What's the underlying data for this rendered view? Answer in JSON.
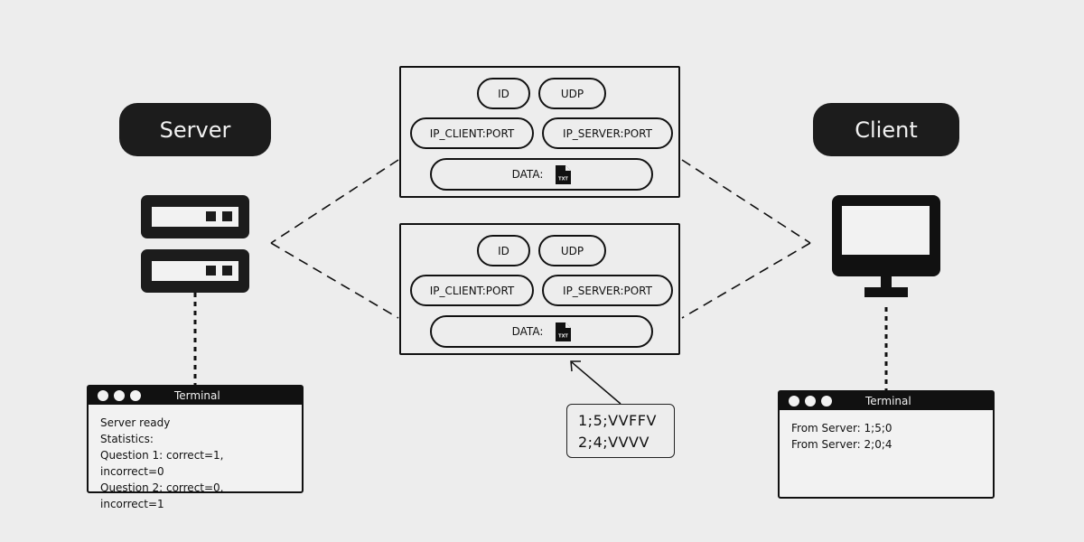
{
  "server": {
    "title": "Server",
    "terminal": {
      "title": "Terminal",
      "lines": [
        "Server ready",
        "Statistics:",
        "Question 1: correct=1, incorrect=0",
        "Question 2: correct=0, incorrect=1"
      ]
    }
  },
  "client": {
    "title": "Client",
    "terminal": {
      "title": "Terminal",
      "lines": [
        "From Server: 1;5;0",
        "From Server: 2;0;4"
      ]
    }
  },
  "packets": [
    {
      "id": "ID",
      "protocol": "UDP",
      "ip_client": "IP_CLIENT:PORT",
      "ip_server": "IP_SERVER:PORT",
      "data_label": "DATA:",
      "file_icon": "txt-file-icon",
      "file_badge": "TXT"
    },
    {
      "id": "ID",
      "protocol": "UDP",
      "ip_client": "IP_CLIENT:PORT",
      "ip_server": "IP_SERVER:PORT",
      "data_label": "DATA:",
      "file_icon": "txt-file-icon",
      "file_badge": "TXT"
    }
  ],
  "payload_note": {
    "lines": [
      "1;5;VVFFV",
      "2;4;VVVV"
    ]
  },
  "colors": {
    "background": "#ededed",
    "ink": "#111111",
    "pill": "#1c1c1c",
    "pill_text": "#f2f2f2"
  }
}
